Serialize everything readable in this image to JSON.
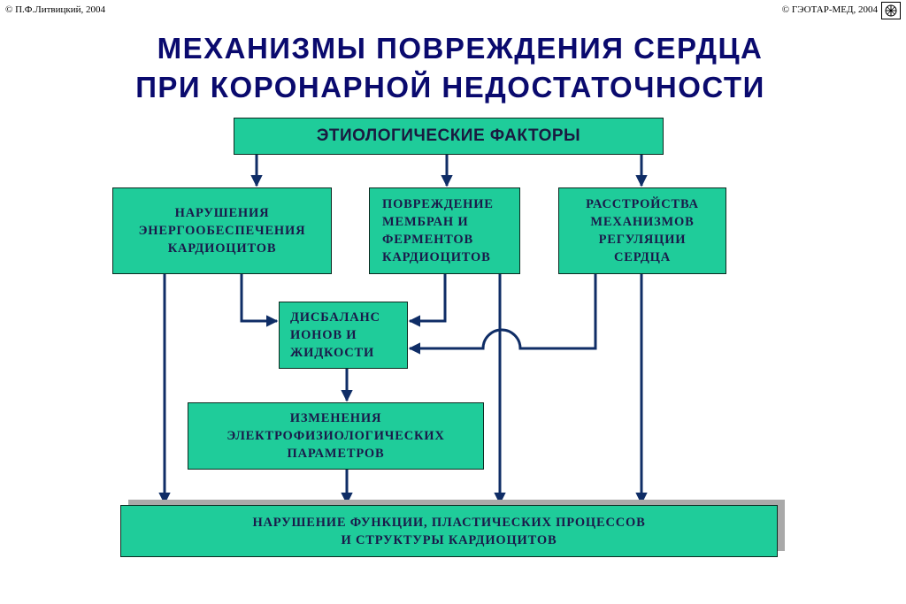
{
  "header": {
    "copyright_left": "© П.Ф.Литвицкий, 2004",
    "copyright_right": "© ГЭОТАР-МЕД, 2004",
    "logo_icon": "publisher-logo-icon"
  },
  "title": {
    "line1": "МЕХАНИЗМЫ  ПОВРЕЖДЕНИЯ  СЕРДЦА",
    "line2": "ПРИ  КОРОНАРНОЙ  НЕДОСТАТОЧНОСТИ"
  },
  "nodes": {
    "factors": "ЭТИОЛОГИЧЕСКИЕ ФАКТОРЫ",
    "energy": "НАРУШЕНИЯ\nЭНЕРГООБЕСПЕЧЕНИЯ\nКАРДИОЦИТОВ",
    "membrane": "ПОВРЕЖДЕНИЕ\nМЕМБРАН  И\nФЕРМЕНТОВ\nКАРДИОЦИТОВ",
    "regulation": "РАССТРОЙСТВА\nМЕХАНИЗМОВ\nРЕГУЛЯЦИИ\nСЕРДЦА",
    "ions": "ДИСБАЛАНС\n ИОНОВ  И\nЖИДКОСТИ",
    "electro": "ИЗМЕНЕНИЯ\nЭЛЕКТРОФИЗИОЛОГИЧЕСКИХ\nПАРАМЕТРОВ",
    "result": "НАРУШЕНИЕ  ФУНКЦИИ,  ПЛАСТИЧЕСКИХ  ПРОЦЕССОВ\nИ  СТРУКТУРЫ  КАРДИОЦИТОВ"
  },
  "edges": [
    {
      "from": "factors",
      "to": "energy"
    },
    {
      "from": "factors",
      "to": "membrane"
    },
    {
      "from": "factors",
      "to": "regulation"
    },
    {
      "from": "energy",
      "to": "ions"
    },
    {
      "from": "membrane",
      "to": "ions"
    },
    {
      "from": "regulation",
      "to": "ions"
    },
    {
      "from": "ions",
      "to": "electro"
    },
    {
      "from": "energy",
      "to": "result"
    },
    {
      "from": "electro",
      "to": "result"
    },
    {
      "from": "membrane",
      "to": "result"
    },
    {
      "from": "regulation",
      "to": "result"
    }
  ],
  "colors": {
    "box_fill": "#1fcc9a",
    "arrow": "#0f2d66",
    "title": "#0a0a6e"
  }
}
